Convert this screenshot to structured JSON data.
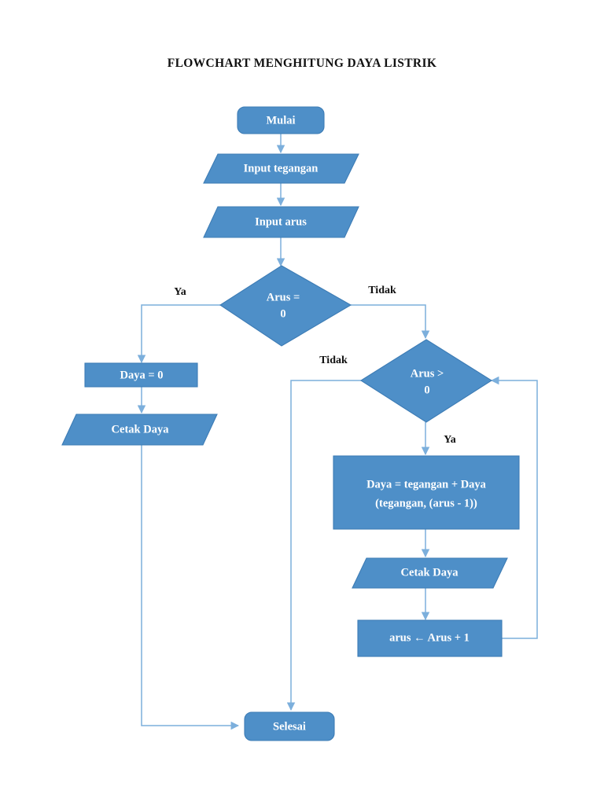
{
  "document": {
    "title": "FLOWCHART MENGHITUNG DAYA LISTRIK",
    "background_color": "#ffffff"
  },
  "theme": {
    "node_fill": "#4e8fc8",
    "node_stroke": "#3d7cb5",
    "node_text_color": "#ffffff",
    "connector_color": "#7cafdc",
    "label_text_color": "#111111"
  },
  "chart_data": {
    "type": "diagram",
    "diagram_kind": "flowchart",
    "title": "FLOWCHART MENGHITUNG DAYA LISTRIK",
    "nodes": [
      {
        "id": "mulai",
        "shape": "terminator",
        "text": "Mulai"
      },
      {
        "id": "input_teg",
        "shape": "parallelogram",
        "text": "Input tegangan"
      },
      {
        "id": "input_arus",
        "shape": "parallelogram",
        "text": "Input arus"
      },
      {
        "id": "dec_arus_eq0",
        "shape": "diamond",
        "text_line1": "Arus =",
        "text_line2": "0"
      },
      {
        "id": "daya_nol",
        "shape": "rectangle",
        "text": "Daya = 0"
      },
      {
        "id": "cetak_kiri",
        "shape": "parallelogram",
        "text": "Cetak Daya"
      },
      {
        "id": "dec_arus_gt0",
        "shape": "diamond",
        "text_line1": "Arus >",
        "text_line2": "0"
      },
      {
        "id": "proses_daya",
        "shape": "rectangle",
        "text_line1": "Daya = tegangan + Daya",
        "text_line2": "(tegangan, (arus - 1))"
      },
      {
        "id": "cetak_kanan",
        "shape": "parallelogram",
        "text": "Cetak Daya"
      },
      {
        "id": "inkrement",
        "shape": "rectangle",
        "text": "arus ← Arus + 1"
      },
      {
        "id": "selesai",
        "shape": "terminator",
        "text": "Selesai"
      }
    ],
    "edges": [
      {
        "from": "mulai",
        "to": "input_teg",
        "label": ""
      },
      {
        "from": "input_teg",
        "to": "input_arus",
        "label": ""
      },
      {
        "from": "input_arus",
        "to": "dec_arus_eq0",
        "label": ""
      },
      {
        "from": "dec_arus_eq0",
        "to": "daya_nol",
        "label": "Ya"
      },
      {
        "from": "dec_arus_eq0",
        "to": "dec_arus_gt0",
        "label": "Tidak"
      },
      {
        "from": "daya_nol",
        "to": "cetak_kiri",
        "label": ""
      },
      {
        "from": "cetak_kiri",
        "to": "selesai",
        "label": ""
      },
      {
        "from": "dec_arus_gt0",
        "to": "selesai",
        "label": "Tidak"
      },
      {
        "from": "dec_arus_gt0",
        "to": "proses_daya",
        "label": "Ya"
      },
      {
        "from": "proses_daya",
        "to": "cetak_kanan",
        "label": ""
      },
      {
        "from": "cetak_kanan",
        "to": "inkrement",
        "label": ""
      },
      {
        "from": "inkrement",
        "to": "dec_arus_gt0",
        "label": ""
      }
    ]
  },
  "labels": {
    "mulai": "Mulai",
    "input_tegangan": "Input tegangan",
    "input_arus": "Input arus",
    "dec1_line1": "Arus =",
    "dec1_line2": "0",
    "dec1_ya": "Ya",
    "dec1_tidak": "Tidak",
    "daya_nol": "Daya = 0",
    "cetak_daya_kiri": "Cetak Daya",
    "dec2_line1": "Arus >",
    "dec2_line2": "0",
    "dec2_tidak": "Tidak",
    "dec2_ya": "Ya",
    "proses_line1": "Daya = tegangan + Daya",
    "proses_line2": "(tegangan, (arus - 1))",
    "cetak_daya_kanan": "Cetak Daya",
    "inkrement": "arus ← Arus + 1",
    "selesai": "Selesai"
  }
}
